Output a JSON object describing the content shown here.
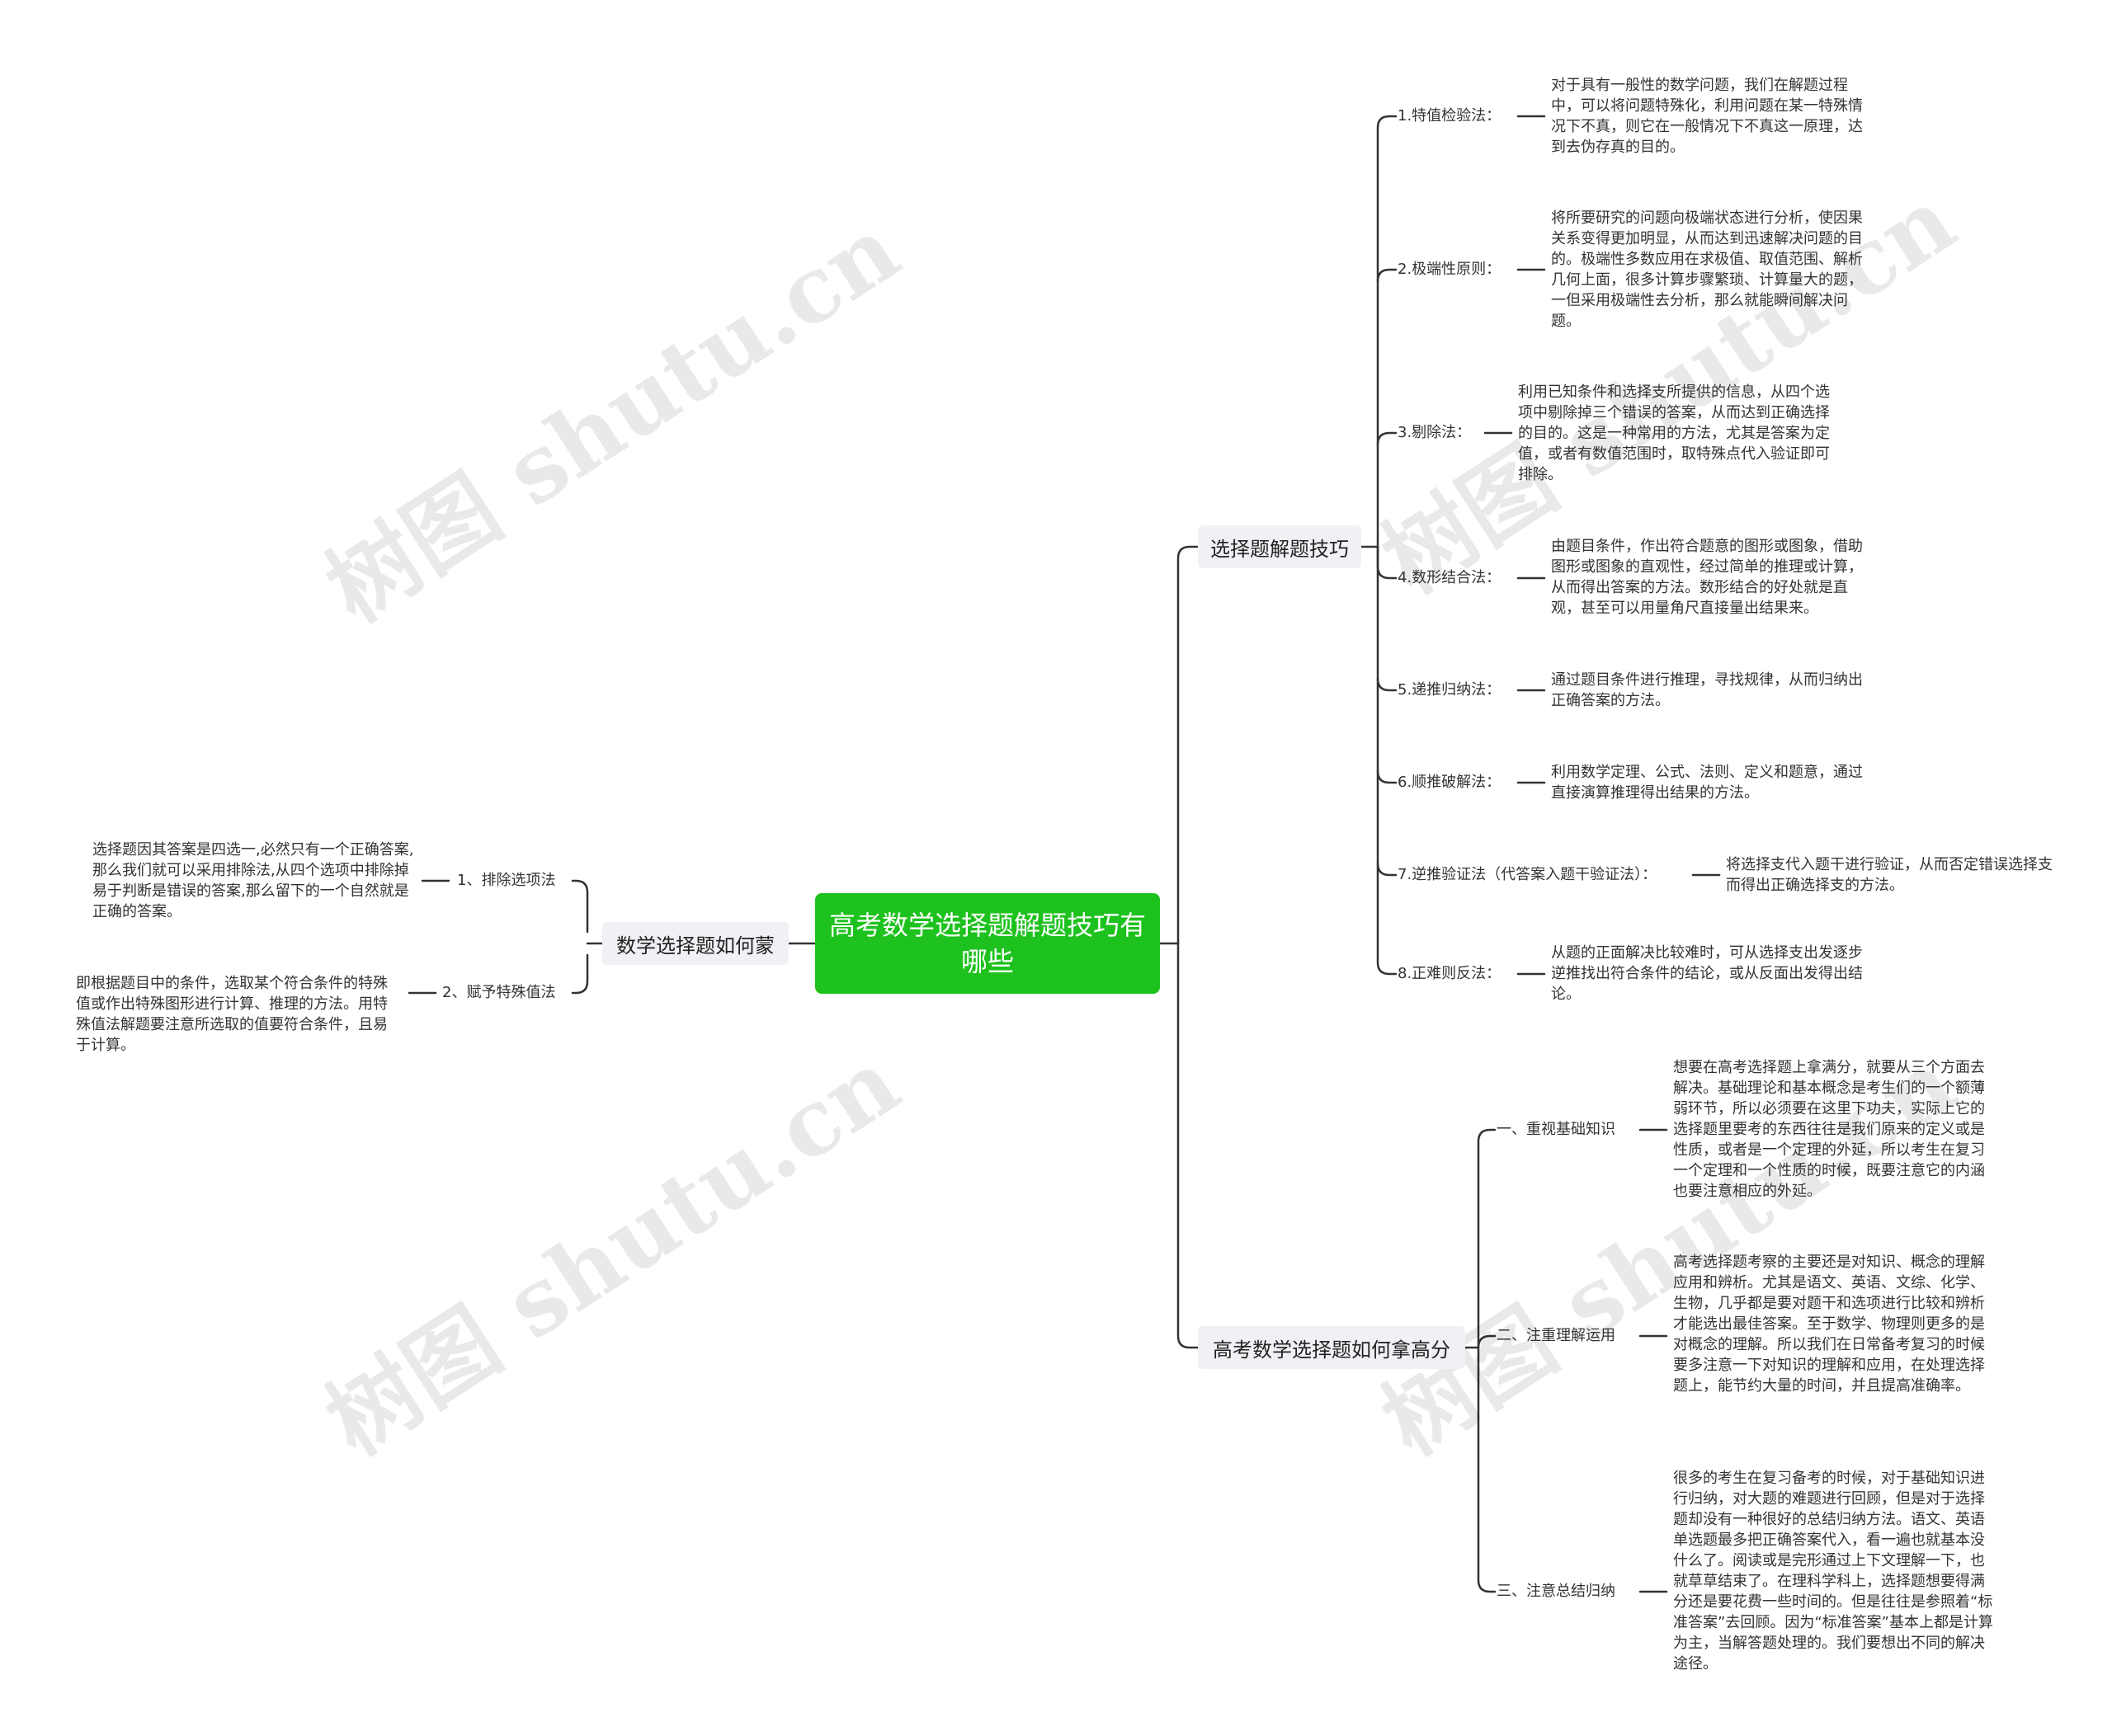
{
  "root": "高考数学选择题解题技巧有哪些",
  "watermark": "树图 shutu.cn",
  "branches": {
    "tips": {
      "label": "选择题解题技巧",
      "items": [
        {
          "label": "1.特值检验法：",
          "desc": "对于具有一般性的数学问题，我们在解题过程中，可以将问题特殊化，利用问题在某一特殊情况下不真，则它在一般情况下不真这一原理，达到去伪存真的目的。"
        },
        {
          "label": "2.极端性原则：",
          "desc": "将所要研究的问题向极端状态进行分析，使因果关系变得更加明显，从而达到迅速解决问题的目的。极端性多数应用在求极值、取值范围、解析几何上面，很多计算步骤繁琐、计算量大的题，一但采用极端性去分析，那么就能瞬间解决问题。"
        },
        {
          "label": "3.剔除法：",
          "desc": "利用已知条件和选择支所提供的信息，从四个选项中剔除掉三个错误的答案，从而达到正确选择的目的。这是一种常用的方法，尤其是答案为定值，或者有数值范围时，取特殊点代入验证即可排除。"
        },
        {
          "label": "4.数形结合法：",
          "desc": "由题目条件，作出符合题意的图形或图象，借助图形或图象的直观性，经过简单的推理或计算，从而得出答案的方法。数形结合的好处就是直观，甚至可以用量角尺直接量出结果来。"
        },
        {
          "label": "5.递推归纳法：",
          "desc": "通过题目条件进行推理，寻找规律，从而归纳出正确答案的方法。"
        },
        {
          "label": "6.顺推破解法：",
          "desc": "利用数学定理、公式、法则、定义和题意，通过直接演算推理得出结果的方法。"
        },
        {
          "label": "7.逆推验证法（代答案入题干验证法）：",
          "desc": "将选择支代入题干进行验证，从而否定错误选择支而得出正确选择支的方法。"
        },
        {
          "label": "8.正难则反法：",
          "desc": "从题的正面解决比较难时，可从选择支出发逐步逆推找出符合条件的结论，或从反面出发得出结论。"
        }
      ]
    },
    "score": {
      "label": "高考数学选择题如何拿高分",
      "items": [
        {
          "label": "一、重视基础知识",
          "desc": "想要在高考选择题上拿满分，就要从三个方面去解决。基础理论和基本概念是考生们的一个额薄弱环节，所以必须要在这里下功夫，实际上它的选择题里要考的东西往往是我们原来的定义或是性质，或者是一个定理的外延，所以考生在复习一个定理和一个性质的时候，既要注意它的内涵也要注意相应的外延。"
        },
        {
          "label": "二、注重理解运用",
          "desc": "高考选择题考察的主要还是对知识、概念的理解应用和辨析。尤其是语文、英语、文综、化学、生物，几乎都是要对题干和选项进行比较和辨析才能选出最佳答案。至于数学、物理则更多的是对概念的理解。所以我们在日常备考复习的时候要多注意一下对知识的理解和应用，在处理选择题上，能节约大量的时间，并且提高准确率。"
        },
        {
          "label": "三、注意总结归纳",
          "desc": "很多的考生在复习备考的时候，对于基础知识进行归纳，对大题的难题进行回顾，但是对于选择题却没有一种很好的总结归纳方法。语文、英语单选题最多把正确答案代入，看一遍也就基本没什么了。阅读或是完形通过上下文理解一下，也就草草结束了。在理科学科上，选择题想要得满分还是要花费一些时间的。但是往往是参照着“标准答案”去回顾。因为“标准答案”基本上都是计算为主，当解答题处理的。我们要想出不同的解决途径。"
        }
      ]
    },
    "guess": {
      "label": "数学选择题如何蒙",
      "items": [
        {
          "label": "1、排除选项法",
          "desc": "选择题因其答案是四选一,必然只有一个正确答案,那么我们就可以采用排除法,从四个选项中排除掉易于判断是错误的答案,那么留下的一个自然就是正确的答案。"
        },
        {
          "label": "2、赋予特殊值法",
          "desc": "即根据题目中的条件，选取某个符合条件的特殊值或作出特殊图形进行计算、推理的方法。用特殊值法解题要注意所选取的值要符合条件，且易于计算。"
        }
      ]
    }
  }
}
